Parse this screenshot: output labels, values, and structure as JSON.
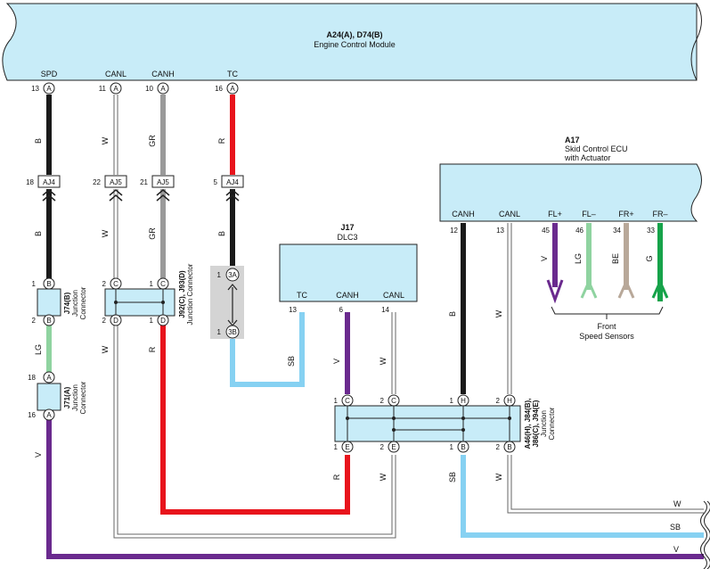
{
  "ecm": {
    "code": "A24(A), D74(B)",
    "name": "Engine Control Module"
  },
  "ecm_pins": [
    {
      "name": "SPD",
      "num": "13",
      "letter": "A"
    },
    {
      "name": "CANL",
      "num": "11",
      "letter": "A"
    },
    {
      "name": "CANH",
      "num": "10",
      "letter": "A"
    },
    {
      "name": "TC",
      "num": "16",
      "letter": "A"
    }
  ],
  "wire_colors": {
    "B": "#1a1a1a",
    "W": "#ffffff",
    "GR": "#9a9a9a",
    "R": "#e8141c",
    "LG": "#8fd3a0",
    "V": "#6a2a8e",
    "SB": "#86d1f2",
    "BE": "#b8a899",
    "G": "#16a34a"
  },
  "wire_labels": {
    "B": "B",
    "W": "W",
    "GR": "GR",
    "R": "R",
    "LG": "LG",
    "V": "V",
    "SB": "SB",
    "BE": "BE",
    "G": "G"
  },
  "aj_connectors": [
    {
      "left": "18",
      "label": "AJ4"
    },
    {
      "left": "22",
      "label": "AJ5"
    },
    {
      "left": "21",
      "label": "AJ5"
    },
    {
      "left": "5",
      "label": "AJ4"
    }
  ],
  "j74": {
    "code": "J74(B)",
    "desc1": "Junction",
    "desc2": "Connector",
    "top_num": "1",
    "top_letter": "B",
    "bot_num": "2",
    "bot_letter": "B"
  },
  "j71": {
    "code": "J71(A)",
    "desc1": "Junction",
    "desc2": "Connector",
    "top_num": "18",
    "top_letter": "A",
    "bot_num": "16",
    "bot_letter": "A"
  },
  "j92": {
    "code": "J92(C), J93(D)",
    "desc": "Junction Connector",
    "tl_num": "2",
    "tl_letter": "C",
    "tr_num": "1",
    "tr_letter": "C",
    "bl_num": "2",
    "bl_letter": "D",
    "br_num": "1",
    "br_letter": "D"
  },
  "splice": {
    "top_num": "1",
    "top_label": "3A",
    "bot_num": "1",
    "bot_label": "3B"
  },
  "dlc3": {
    "code": "J17",
    "name": "DLC3",
    "pins": [
      {
        "name": "TC",
        "num": "13"
      },
      {
        "name": "CANH",
        "num": "6"
      },
      {
        "name": "CANL",
        "num": "14"
      }
    ]
  },
  "skid": {
    "code": "A17",
    "name1": "Skid Control ECU",
    "name2": "with Actuator",
    "pins": [
      {
        "name": "CANH",
        "num": "12"
      },
      {
        "name": "CANL",
        "num": "13"
      },
      {
        "name": "FL+",
        "num": "45"
      },
      {
        "name": "FL–",
        "num": "46"
      },
      {
        "name": "FR+",
        "num": "34"
      },
      {
        "name": "FR–",
        "num": "33"
      }
    ]
  },
  "front_sensors": {
    "line1": "Front",
    "line2": "Speed Sensors"
  },
  "a46": {
    "code1": "A46(H), J84(B),",
    "code2": "J86(C), J94(E)",
    "desc1": "Junction",
    "desc2": "Connector",
    "top": [
      {
        "num": "1",
        "letter": "C"
      },
      {
        "num": "2",
        "letter": "C"
      },
      {
        "num": "1",
        "letter": "H"
      },
      {
        "num": "2",
        "letter": "H"
      }
    ],
    "bottom": [
      {
        "num": "1",
        "letter": "E"
      },
      {
        "num": "2",
        "letter": "E"
      },
      {
        "num": "1",
        "letter": "B"
      },
      {
        "num": "2",
        "letter": "B"
      }
    ]
  },
  "right_exit_labels": [
    "W",
    "SB",
    "V"
  ]
}
